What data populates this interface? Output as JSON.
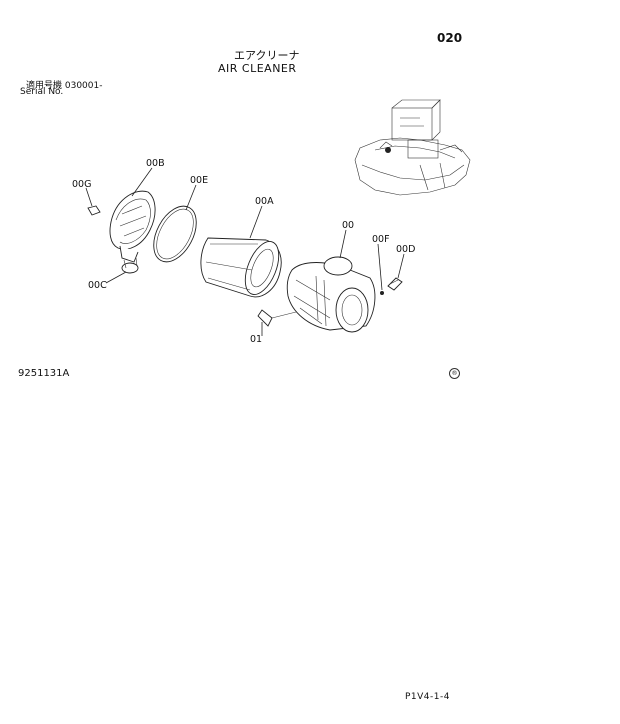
{
  "page_number": "020",
  "title_jp": "エアクリーナ",
  "title_en": "AIR CLEANER",
  "serial": {
    "jp_label": "適用号機  030001-",
    "en_label": "Serial No."
  },
  "figure_number": "9251131A",
  "footer_code": "P1V4-1-4",
  "parts": {
    "p00G": "00G",
    "p00B": "00B",
    "p00E": "00E",
    "p00A": "00A",
    "p00": "00",
    "p00F": "00F",
    "p00D": "00D",
    "p00C": "00C",
    "p01": "01"
  }
}
